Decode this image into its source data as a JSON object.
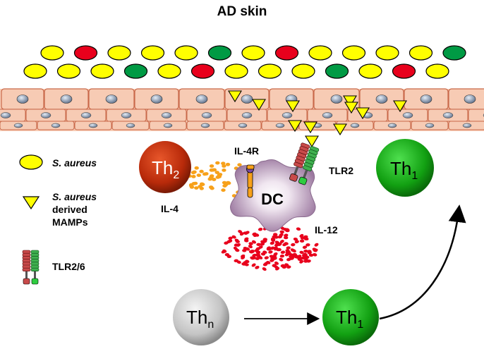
{
  "title": "AD skin",
  "legend": {
    "s_aureus": "S. aureus",
    "mamps_line1": "S. aureus",
    "mamps_line2": "derived",
    "mamps_line3": "MAMPs",
    "tlr26": "TLR2/6"
  },
  "labels": {
    "il4": "IL-4",
    "il4r": "IL-4R",
    "tlr2": "TLR2",
    "il12": "IL-12",
    "dc": "DC"
  },
  "cells": {
    "th2": {
      "base": "Th",
      "sub": "2"
    },
    "th1_top": {
      "base": "Th",
      "sub": "1"
    },
    "thn": {
      "base": "Th",
      "sub": "n"
    },
    "th1_bottom": {
      "base": "Th",
      "sub": "1"
    }
  },
  "colors": {
    "bacteria_yellow": "#ffff00",
    "bacteria_red": "#e8001c",
    "bacteria_green": "#009a44",
    "skin_pink": "#f7cbb4",
    "skin_line": "#c9694a",
    "th2": "#c0300e",
    "th1": "#1aa81a",
    "thn": "#bfbfbf",
    "dc": "#b08fb4",
    "il4_dots": "#f7a11a",
    "il12_dots": "#e8001c"
  },
  "icons": [
    "mamp-triangle-icon",
    "tlr-receptor-icon",
    "il4r-receptor-icon",
    "arrow-icon"
  ]
}
